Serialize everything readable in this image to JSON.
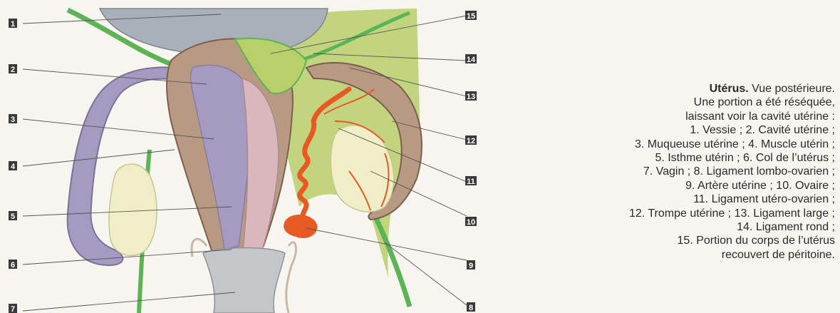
{
  "labels": [
    "1",
    "2",
    "3",
    "4",
    "5",
    "6",
    "7",
    "8",
    "9",
    "10",
    "11",
    "12",
    "13",
    "14",
    "15"
  ],
  "caption": {
    "title": "Utérus.",
    "line1_rest": " Vue postérieure.",
    "lines": [
      "Une portion a été réséquée,",
      "laissant voir la cavité utérine :",
      "1. Vessie ; 2. Cavité utérine ;",
      "3. Muqueuse utérine ; 4. Muscle utérin ;",
      "5. Isthme utérin ; 6. Col de l’utérus ;",
      "7. Vagin ; 8. Ligament lombo-ovarien ;",
      "9. Artère utérine ; 10. Ovaire ;",
      "11. Ligament utéro-ovarien ;",
      "12. Trompe utérine ; 13. Ligament large ;",
      "14. Ligament rond ;",
      "15. Portion du corps de l’utérus",
      "recouvert de péritoine."
    ]
  },
  "colors": {
    "bladder": "#a9b0b9",
    "peritoneum_green": "#b9cf6a",
    "ligament_green": "#5db456",
    "tube_purple": "#a59bc0",
    "uterus_tan": "#b89a83",
    "cavity_pink": "#d9b7bd",
    "ovary": "#efeec7",
    "artery": "#e85a24",
    "vagina": "#c4c6c9",
    "label_box": "#3a3a3a"
  }
}
